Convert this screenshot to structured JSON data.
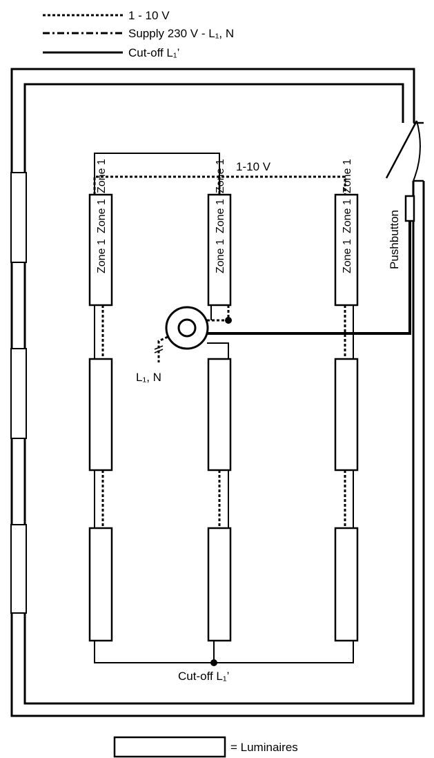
{
  "legend": {
    "control_label": "1 - 10 V",
    "supply_label": "Supply 230 V - L₁, N",
    "cutoff_label": "Cut-off L₁’"
  },
  "labels": {
    "control_line": "1-10 V",
    "mains_feed": "L₁, N",
    "pushbutton": "Pushbutton",
    "cutoff_bottom": "Cut-off L₁’",
    "zone_col1_a": "Zone 1",
    "zone_col1_b": "Zone 1",
    "zone_col1_c": "Zone 1",
    "zone_col2_a": "Zone 1",
    "zone_col2_b": "Zone 1",
    "zone_col2_c": "Zone 1",
    "zone_col3_a": "Zone 1",
    "zone_col3_b": "Zone 1",
    "zone_col3_c": "Zone 1"
  },
  "key": {
    "luminaires_label": "= Luminaires"
  },
  "colors": {
    "ink": "#000000",
    "background": "#ffffff"
  }
}
